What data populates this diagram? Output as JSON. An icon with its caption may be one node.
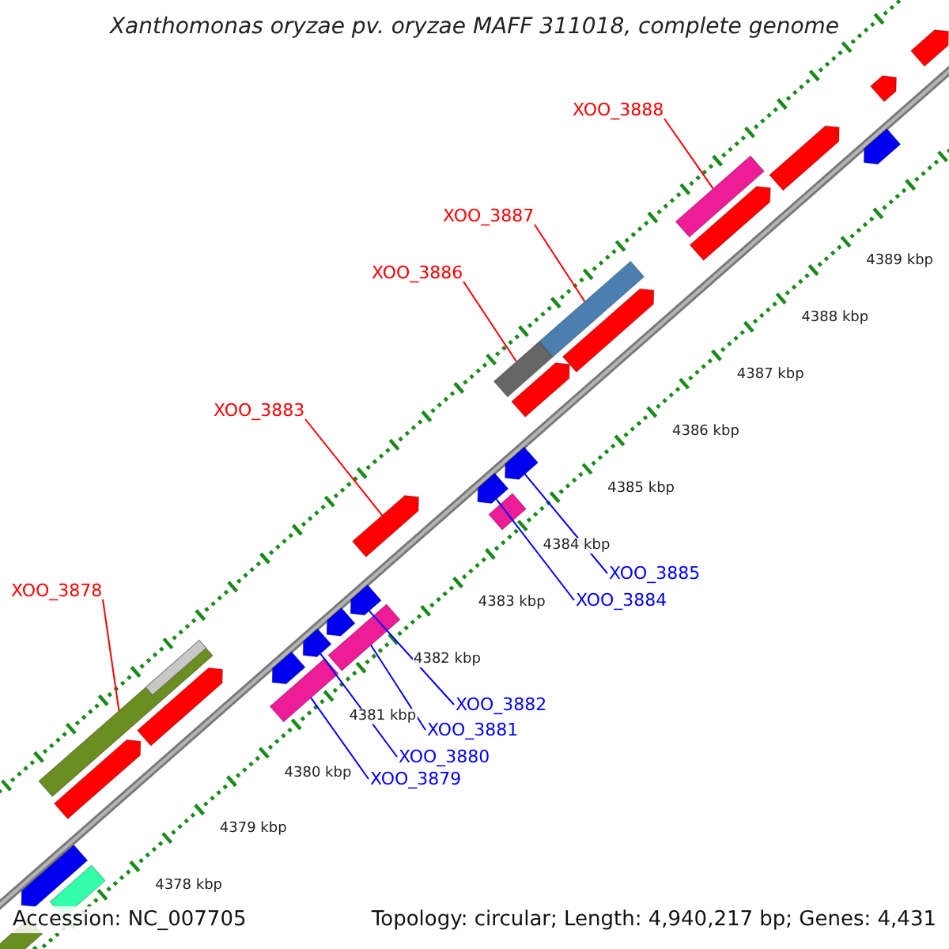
{
  "diagram": {
    "title": "Xanthomonas oryzae pv. oryzae MAFF 311018, complete genome",
    "nodes": [
      {
        "text": [
          "XOO_3888"
        ]
      },
      {
        "text": [],
        "shape": "bar"
      },
      {
        "text": [
          "XOO_3887"
        ]
      },
      {
        "text": [],
        "shape": "bar"
      },
      {
        "text": [
          "XOO_3886"
        ]
      },
      {
        "text": [],
        "shape": "bar"
      },
      {
        "text": [
          "XOO_3883"
        ]
      },
      {
        "text": [],
        "shape": "bar"
      },
      {
        "text": [
          "XOO_3885"
        ]
      },
      {
        "text": [],
        "shape": "bar"
      },
      {
        "text": [
          "XOO_3884"
        ]
      },
      {
        "text": [],
        "shape": "bar"
      },
      {
        "text": [
          "XOO_3878"
        ]
      },
      {
        "text": [],
        "shape": "bar"
      },
      {
        "text": [
          "XOO_3882"
        ]
      },
      {
        "text": [],
        "shape": "bar"
      },
      {
        "text": [
          "XOO_3881"
        ]
      },
      {
        "text": [],
        "shape": "bar"
      },
      {
        "text": [
          "XOO_3880"
        ]
      },
      {
        "text": [],
        "shape": "bar"
      },
      {
        "text": [
          "XOO_3879"
        ]
      },
      {
        "text": [],
        "shape": "bar"
      },
      {
        "text": [],
        "shape": "bar"
      },
      {
        "text": [],
        "shape": "bar"
      },
      {
        "text": [],
        "shape": "bar"
      },
      {
        "text": [],
        "shape": "bar"
      },
      {
        "text": [],
        "shape": "bar"
      },
      {
        "text": [],
        "shape": "bar",
        "in": 13
      },
      {
        "text": [],
        "shape": "bar"
      },
      {
        "text": [],
        "shape": "bar"
      },
      {
        "text": [],
        "shape": "bar"
      },
      {
        "text": [],
        "shape": "bar"
      },
      {
        "text": [],
        "shape": "bar"
      },
      {
        "text": [],
        "shape": "bar"
      },
      {
        "text": [],
        "shape": "bar"
      },
      {
        "text": [],
        "shape": "bar"
      },
      {
        "text": [],
        "shape": "bar"
      },
      {
        "text": [],
        "shape": "bar"
      }
    ],
    "edges": [
      {
        "from": 0,
        "to": 1,
        "arrow": "none",
        "color": "#ff0000"
      },
      {
        "from": 2,
        "to": 3,
        "arrow": "none",
        "color": "#ff0000"
      },
      {
        "from": 4,
        "to": 5,
        "arrow": "none",
        "color": "#ff0000"
      },
      {
        "from": 6,
        "to": 7,
        "arrow": "none",
        "color": "#ff0000"
      },
      {
        "from": 8,
        "to": 9,
        "arrow": "none"
      },
      {
        "from": 10,
        "to": 11,
        "arrow": "none"
      },
      {
        "from": 12,
        "to": 13,
        "arrow": "none",
        "color": "#ff0000"
      },
      {
        "from": 14,
        "to": 15,
        "arrow": "none"
      },
      {
        "from": 16,
        "to": 17,
        "arrow": "none"
      },
      {
        "from": 18,
        "to": 19,
        "arrow": "none"
      },
      {
        "from": 20,
        "to": 21,
        "arrow": "none"
      }
    ],
    "labels": [
      "4378 kbp",
      "4379 kbp",
      "4380 kbp",
      "4381 kbp",
      "4382 kbp",
      "4383 kbp",
      "4384 kbp",
      "4385 kbp",
      "4386 kbp",
      "4387 kbp",
      "4388 kbp",
      "4389 kbp",
      "Accession: NC_007705",
      "Topology: circular; Length: 4,940,217 bp; Genes: 4,431"
    ]
  }
}
